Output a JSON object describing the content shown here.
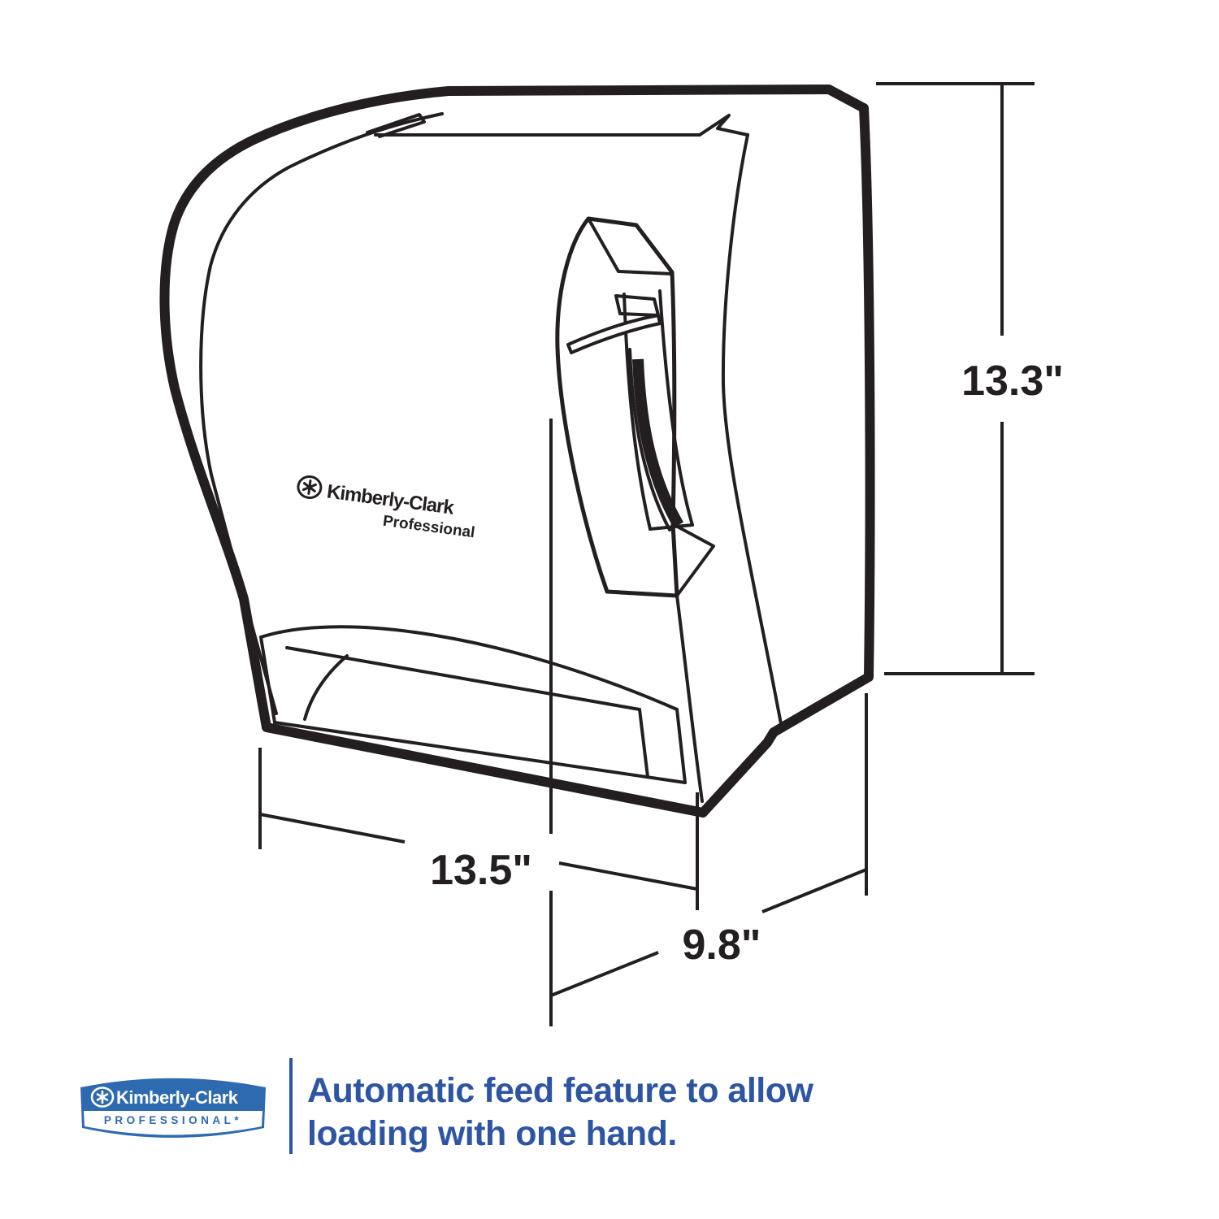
{
  "diagram": {
    "type": "product-dimension-drawing",
    "subject": "roll paper towel dispenser with push lever",
    "line_color": "#231f20",
    "device_logo": {
      "brand": "Kimberly-Clark",
      "division": "Professional"
    },
    "dimensions": {
      "height": {
        "label": "13.3\""
      },
      "width": {
        "label": "13.5\""
      },
      "depth": {
        "label": "9.8\""
      }
    }
  },
  "footer": {
    "badge": {
      "brand": "Kimberly-Clark",
      "division": "PROFESSIONAL*",
      "background": "#2d6ab0",
      "text_color": "#ffffff"
    },
    "caption": {
      "line1": "Automatic feed feature to allow",
      "line2": "loading with one hand.",
      "color": "#2d55a4"
    }
  }
}
